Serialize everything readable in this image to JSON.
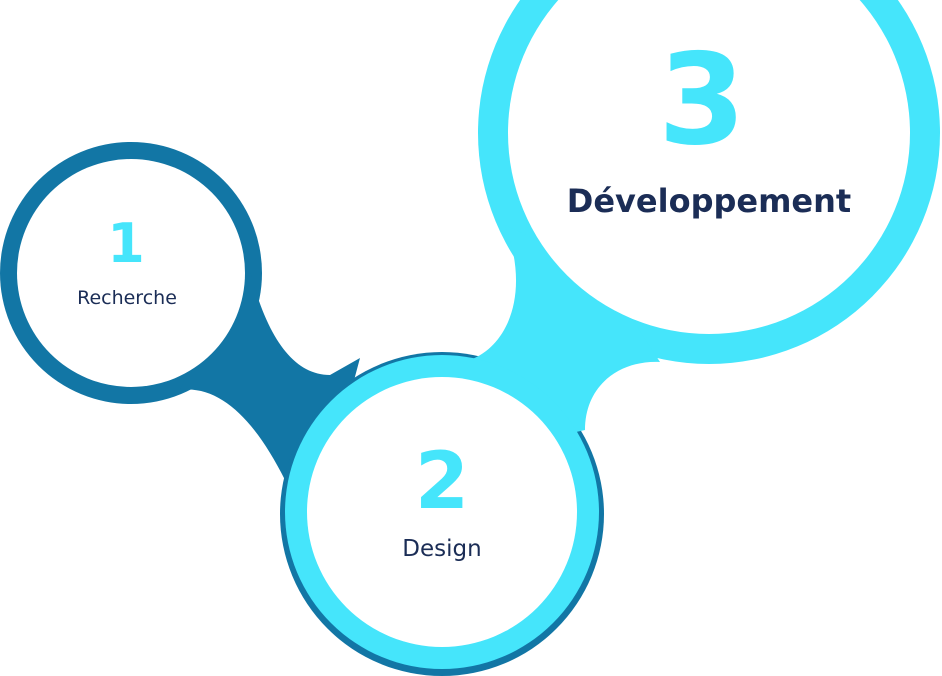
{
  "colors": {
    "dark_blue": "#1276a5",
    "cyan": "#45e5fb",
    "navy_text": "#1b2d56",
    "white": "#ffffff"
  },
  "steps": [
    {
      "number": "1",
      "label": "Recherche"
    },
    {
      "number": "2",
      "label": "Design"
    },
    {
      "number": "3",
      "label": "Développement"
    }
  ]
}
